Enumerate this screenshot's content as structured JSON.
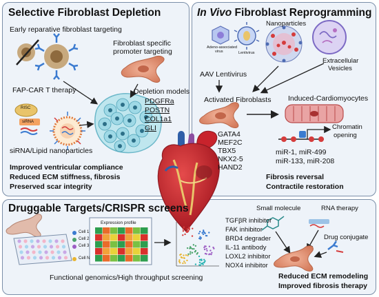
{
  "panels": {
    "depletion": {
      "title": "Selective Fibroblast Depletion",
      "early_targeting": "Early reparative fibroblast targeting",
      "promoter_targeting": [
        "Fibroblast specific",
        "promoter targeting"
      ],
      "car_t": "FAP-CAR T therapy",
      "depletion_models_title": "Depletion models",
      "depletion_models": [
        "PDGFRa",
        "POSTN",
        "COL1a1",
        "GLI"
      ],
      "risc_label": "RISC",
      "sirna_label": "siRNA",
      "sirna_lipid": "siRNA/Lipid nanoparticles",
      "outcomes": [
        "Improved ventricular compliance",
        "Reduced ECM stiffness, fibrosis",
        "Preserved scar integrity"
      ]
    },
    "reprogramming": {
      "title_italic": "In Vivo",
      "title_rest": " Fibroblast Reprogramming",
      "nanoparticles": "Nanoparticles",
      "adeno_label": [
        "Adeno-associated",
        "virus"
      ],
      "lentivirus_small": "Lentivirus",
      "extracellular_vesicles": [
        "Extracellular",
        "Vesicles"
      ],
      "aav_lentivirus": "AAV Lentivirus",
      "activated_fibroblasts": "Activated Fibroblasts",
      "induced_cardiomyocytes": "Induced-Cardiomyocytes",
      "factors": [
        "GATA4",
        "MEF2C",
        "TBX5",
        "NKX2-5",
        "HAND2"
      ],
      "chromatin": [
        "Chromatin",
        "opening"
      ],
      "mirnas": [
        "miR-1, miR-499",
        "miR-133, miR-208"
      ],
      "outcomes": [
        "Fibrosis reversal",
        "Contractile restoration"
      ]
    },
    "druggable": {
      "title": "Druggable Targets/CRISPR screens",
      "expression_profile": "Expression profile",
      "cells": [
        "Cell 1",
        "Cell 2",
        "Cell 3",
        "Cell N"
      ],
      "screening": "Functional genomics/High throughput screening",
      "inhibitors": [
        "TGFβR inhibitor",
        "FAK inhibitor",
        "BRD4 degrader",
        "IL-11 antibody",
        "LOXL2 inhibitor",
        "NOX4 inhibitor"
      ],
      "small_molecule": "Small molecule",
      "rna_therapy": "RNA therapy",
      "drug_conjugate": "Drug conjugate",
      "outcomes": [
        "Reduced ECM remodeling",
        "Improved fibrosis therapy"
      ]
    }
  },
  "colors": {
    "panel_bg": "#eef3f9",
    "panel_border": "#7a8ea8",
    "fibroblast": "#d9896a",
    "heart_red": "#c8232c",
    "heart_dark": "#8e1a22",
    "heart_blue": "#2f5fa8",
    "heart_yellow": "#e9c46a",
    "cell_cluster": "#9fd9e6",
    "antibody_blue": "#3b7bd0",
    "mirna_red": "#d53c3c"
  }
}
